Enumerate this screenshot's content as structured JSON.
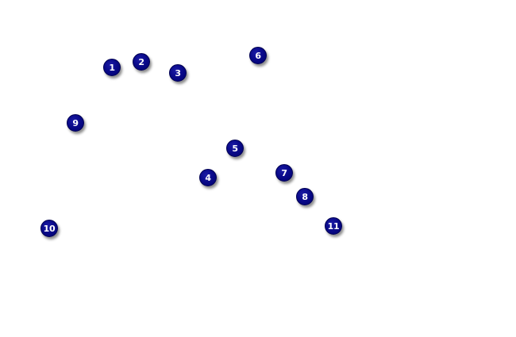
{
  "markers": [
    {
      "label": "1"
    },
    {
      "label": "2"
    },
    {
      "label": "3"
    },
    {
      "label": "4"
    },
    {
      "label": "5"
    },
    {
      "label": "6"
    },
    {
      "label": "7"
    },
    {
      "label": "8"
    },
    {
      "label": "9"
    },
    {
      "label": "10"
    },
    {
      "label": "11"
    }
  ],
  "colors": {
    "marker_fill": "#0a0a8a",
    "marker_text": "#ffffff",
    "background": "#ffffff"
  }
}
